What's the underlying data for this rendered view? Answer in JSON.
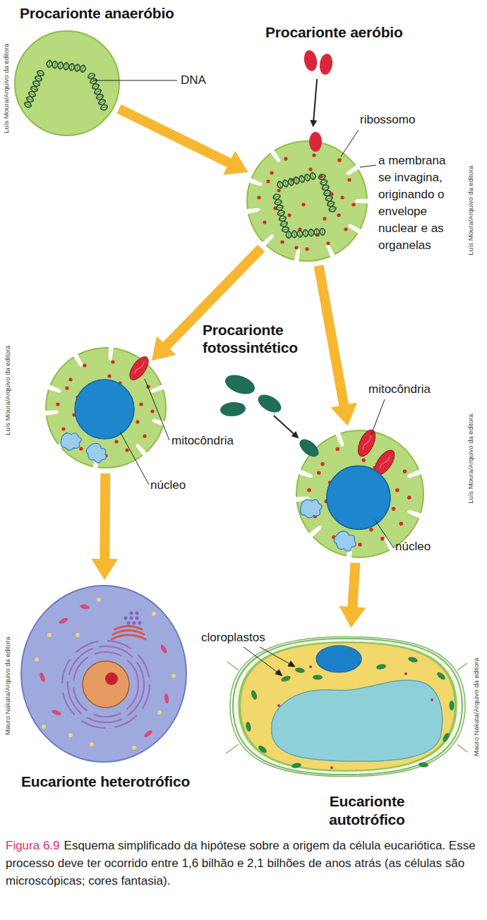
{
  "diagram": {
    "caption": "Esquema simplificado da hipótese sobre a origem da célula eucariótica. Esse processo deve ter ocorrido entre 1,6 bilhão e 2,1 bilhões de anos atrás (as células são microscópicas; cores fantasia).",
    "nodes": [
      {
        "text": [
          "Procarionte anaeróbio",
          "DNA"
        ]
      },
      {
        "text": [
          "Procarionte aeróbio"
        ]
      },
      {
        "text": [
          "ribossomo",
          "a membrana se invagina, originando o envelope nuclear e as organelas"
        ]
      },
      {
        "text": [
          "mitocôndria",
          "núcleo"
        ]
      },
      {
        "text": [
          "Procarionte fotossintético"
        ]
      },
      {
        "text": [
          "mitocôndria",
          "núcleo"
        ]
      },
      {
        "text": [
          "Eucarionte heterotrófico"
        ]
      },
      {
        "text": [
          "cloroplastos",
          "Eucarionte autotrófico"
        ]
      }
    ],
    "edges": [
      {
        "from": 0,
        "to": 2,
        "arrow": "to"
      },
      {
        "from": 1,
        "to": 2,
        "arrow": "to"
      },
      {
        "from": 2,
        "to": 3,
        "arrow": "to"
      },
      {
        "from": 2,
        "to": 5,
        "arrow": "to"
      },
      {
        "from": 4,
        "to": 5,
        "arrow": "to"
      },
      {
        "from": 3,
        "to": 6,
        "arrow": "to"
      },
      {
        "from": 5,
        "to": 7,
        "arrow": "to"
      }
    ],
    "labels": [
      "Luís Moura/Arquivo da editora",
      "Luís Moura/Arquivo da editora",
      "Luís Moura/Arquivo da editora",
      "Luís Moura/Arquivo da editora",
      "Mauro Nakata/Arquivo da editora",
      "Mauro Nakata/Arquivo da editora",
      "Figura 6.9"
    ]
  }
}
